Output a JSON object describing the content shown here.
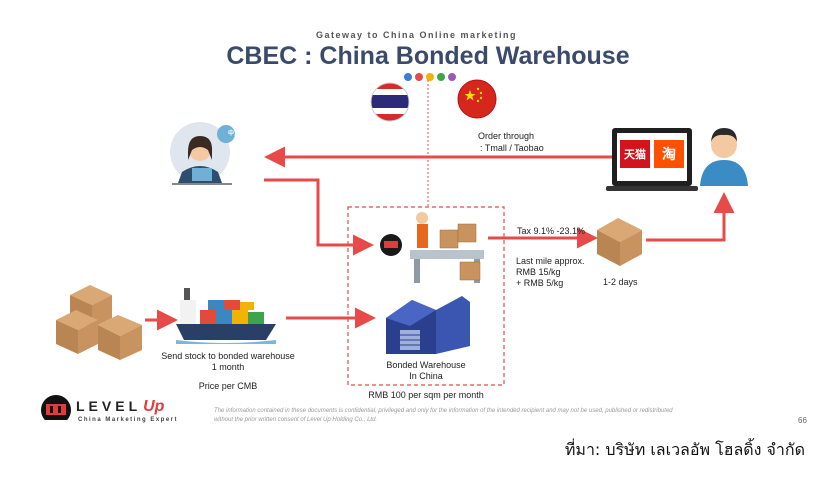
{
  "header": {
    "subtitle": "Gateway to China Online marketing",
    "title": "CBEC : China Bonded Warehouse",
    "dot_colors": [
      "#3b7dd8",
      "#e34b4b",
      "#f0b400",
      "#39a845",
      "#9b59b6"
    ]
  },
  "flow": {
    "order_label": "Order through",
    "order_platforms": ": Tmall / Taobao",
    "tmall_text": "天猫",
    "taobao_text": "淘",
    "agent_badge": "中文",
    "tax_label": "Tax 9.1% -23.1%",
    "last_mile_label": "Last mile approx.",
    "last_mile_rate_1": "RMB 15/kg",
    "last_mile_rate_2": "+ RMB 5/kg",
    "delivery_time": "1-2 days",
    "send_stock_label": "Send stock to bonded warehouse",
    "send_stock_time": "1 month",
    "price_label": "Price per CMB",
    "warehouse_label": "Bonded Warehouse",
    "warehouse_location": "In China",
    "warehouse_price": "RMB 100 per sqm per month"
  },
  "footer": {
    "logo_main": "LEVEL",
    "logo_up": "Up",
    "logo_sub": "China Marketing Expert",
    "disclaimer_line1": "The information contained in these documents is confidential, privileged and only for the information of the intended recipient and may not be used, published or redistributed",
    "disclaimer_line2": "without the prior written consent of Level Up Holding Co., Ltd.",
    "page_number": "66"
  },
  "source_caption": "ที่มา: บริษัท เลเวลอัพ โฮลดิ้ง จำกัด",
  "colors": {
    "arrow": "#e84a4a",
    "title": "#3a4a6b",
    "box": "#c8935e",
    "warehouse": "#2b3f8f"
  }
}
